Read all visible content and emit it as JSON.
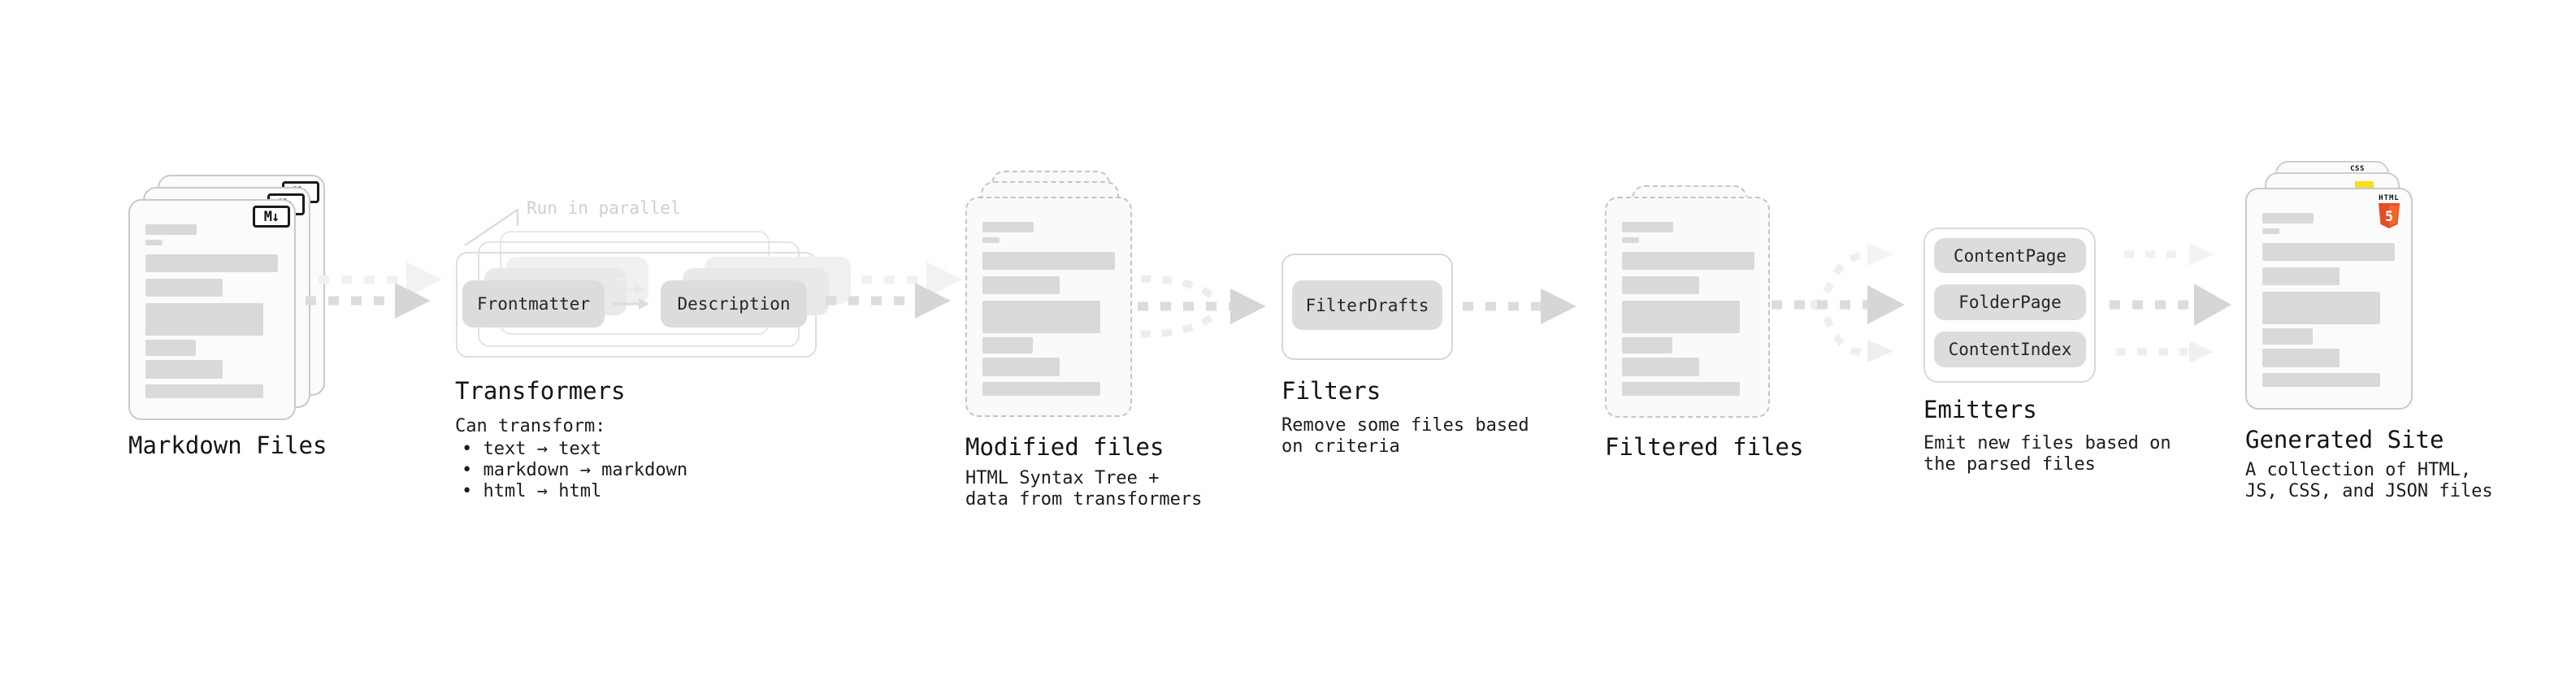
{
  "stages": {
    "markdown_files": {
      "title": "Markdown Files",
      "icon_label": "M↓"
    },
    "transformers": {
      "title": "Transformers",
      "note": "Run in parallel",
      "pills": [
        "Frontmatter",
        "Description"
      ],
      "lead": "Can transform:",
      "bullets": [
        "• text → text",
        "• markdown → markdown",
        "• html → html"
      ]
    },
    "modified_files": {
      "title": "Modified files",
      "subtitle": [
        "HTML Syntax Tree +",
        "data from transformers"
      ]
    },
    "filters": {
      "title": "Filters",
      "pills": [
        "FilterDrafts"
      ],
      "subtitle": [
        "Remove some files based",
        "on criteria"
      ]
    },
    "filtered_files": {
      "title": "Filtered files"
    },
    "emitters": {
      "title": "Emitters",
      "pills": [
        "ContentPage",
        "FolderPage",
        "ContentIndex"
      ],
      "subtitle": [
        "Emit new files based on",
        "the parsed files"
      ]
    },
    "generated_site": {
      "title": "Generated Site",
      "subtitle": [
        "A collection of HTML,",
        "JS, CSS, and JSON files"
      ],
      "badges": {
        "html_label": "HTML",
        "html_number": "5",
        "css_label": "CSS"
      }
    }
  },
  "colors": {
    "js_yellow": "#f7df1e",
    "css_blue": "#2965f1",
    "html_orange": "#e44d26",
    "bar_gray": "#d9d9d9",
    "pill_gray": "#dcdcdc"
  }
}
